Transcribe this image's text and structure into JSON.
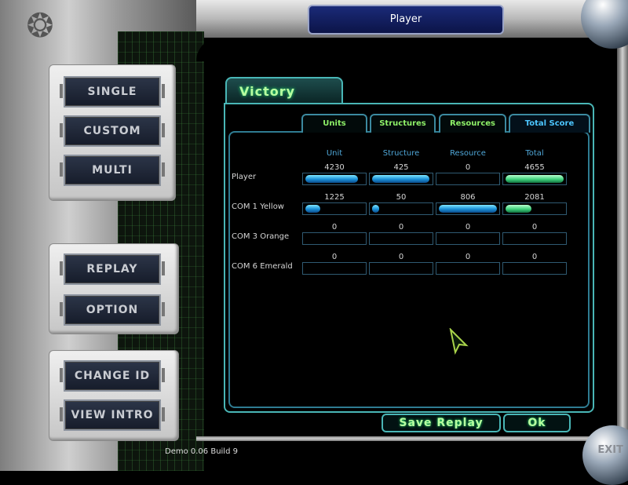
{
  "window": {
    "title": "Player"
  },
  "menu": {
    "single": "SINGLE",
    "custom": "CUSTOM",
    "multi": "MULTI",
    "replay": "REPLAY",
    "option": "OPTION",
    "change_id": "CHANGE ID",
    "view_intro": "VIEW INTRO"
  },
  "version": "Demo 0.06 Build 9",
  "exit_label": "EXIT",
  "result": {
    "title": "Victory"
  },
  "tabs": [
    "Units",
    "Structures",
    "Resources",
    "Total Score"
  ],
  "columns": [
    "Unit",
    "Structure",
    "Resource",
    "Total"
  ],
  "rows": [
    {
      "name": "Player",
      "values": [
        "4230",
        "425",
        "0",
        "4655"
      ],
      "fills": [
        0.91,
        0.98,
        0,
        1.0
      ]
    },
    {
      "name": "COM 1 Yellow",
      "values": [
        "1225",
        "50",
        "806",
        "2081"
      ],
      "fills": [
        0.26,
        0.12,
        1.0,
        0.45
      ]
    },
    {
      "name": "COM 3 Orange",
      "values": [
        "0",
        "0",
        "0",
        "0"
      ],
      "fills": [
        0,
        0,
        0,
        0
      ]
    },
    {
      "name": "COM 6 Emerald",
      "values": [
        "0",
        "0",
        "0",
        "0"
      ],
      "fills": [
        0,
        0,
        0,
        0
      ]
    }
  ],
  "buttons": {
    "save_replay": "Save Replay",
    "ok": "Ok"
  },
  "colors": {
    "accent": "#49b6b6",
    "label_green": "#b8ffa0",
    "active_tab": "#4cc6ff"
  }
}
